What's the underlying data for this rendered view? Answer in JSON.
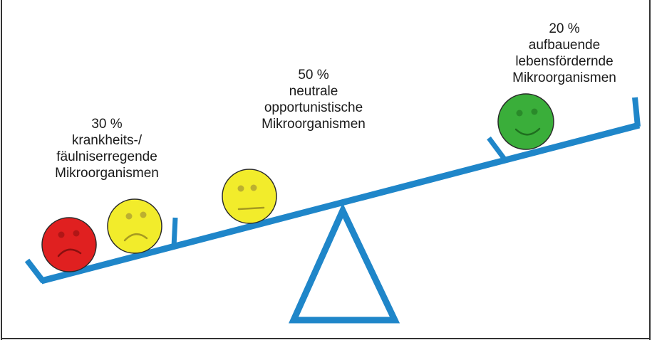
{
  "groups": [
    {
      "percent": "30 %",
      "lines": [
        "krankheits-/",
        "fäulniserregende",
        "Mikroorganismen"
      ]
    },
    {
      "percent": "50 %",
      "lines": [
        "neutrale",
        "opportunistische",
        "Mikroorganismen"
      ]
    },
    {
      "percent": "20 %",
      "lines": [
        "aufbauende",
        "lebensfördernde",
        "Mikroorganismen"
      ]
    }
  ],
  "colors": {
    "beam": "#1f86c9",
    "frame": "#333333",
    "sad_face": "#e02020",
    "neutral_face": "#f2ec2b",
    "happy_face": "#3aae3a"
  }
}
